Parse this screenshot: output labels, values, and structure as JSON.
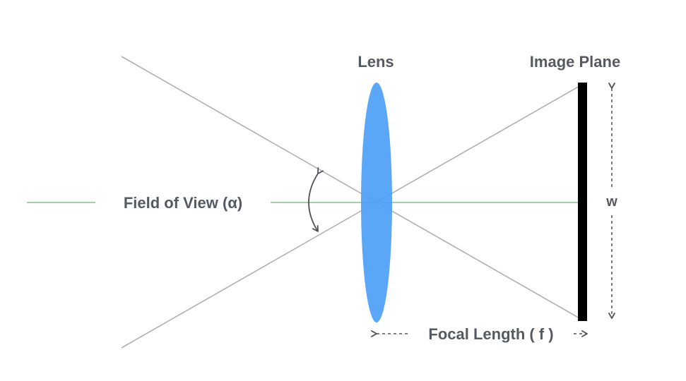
{
  "labels": {
    "lens": "Lens",
    "image_plane": "Image Plane",
    "field_of_view": "Field of View (α)",
    "width": "w",
    "focal_length": "Focal Length ( f )"
  },
  "colors": {
    "optical_axis": "#82c08a",
    "rays": "#b0b0b0",
    "lens_fill": "#4d9ff6",
    "image_plane": "#000000",
    "label_text": "#555a61",
    "arrow": "#4d5358"
  },
  "icons": {
    "fov_arc": "curved-double-arrow-icon",
    "width_arrow": "vertical-dashed-double-arrow-icon",
    "focal_arrow": "horizontal-dashed-double-arrow-icon"
  }
}
